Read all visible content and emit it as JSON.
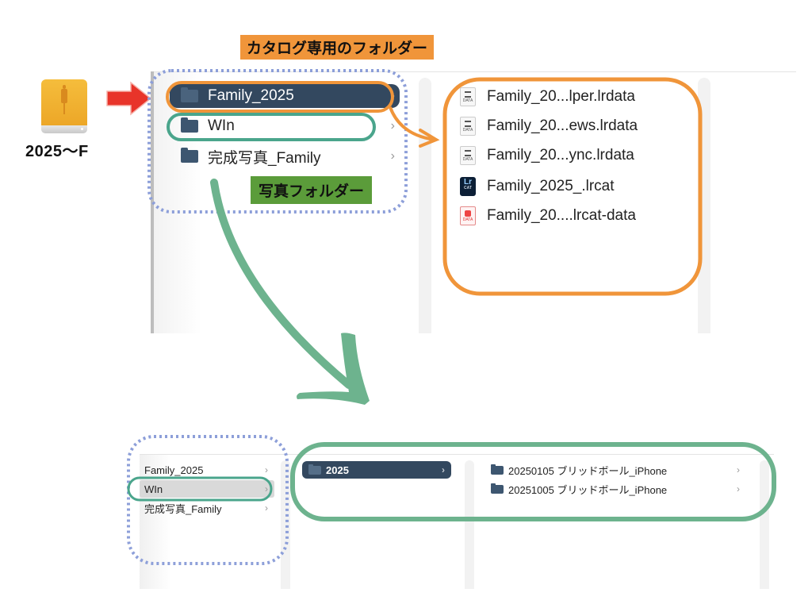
{
  "drive": {
    "icon": "external-drive-icon",
    "label": "2025〜F"
  },
  "annotations": {
    "catalog_label": "カタログ専用のフォルダー",
    "photo_label": "写真フォルダー",
    "colors": {
      "orange": "#f0953a",
      "green": "#5b9c3a",
      "teal_outline": "#4aa58c",
      "arrow_green": "#6db38e",
      "dotted_blue": "#8d9fd9",
      "red_arrow": "#e8342a",
      "selection": "#33485f"
    }
  },
  "top_browser": {
    "column1": [
      {
        "label": "Family_2025",
        "icon": "folder-icon",
        "selected": true
      },
      {
        "label": "WIn",
        "icon": "folder-icon",
        "selected": false
      },
      {
        "label": "完成写真_Family",
        "icon": "folder-icon",
        "selected": false
      }
    ],
    "column2": [
      {
        "label": "Family_20...lper.lrdata",
        "icon": "lrdata-file-icon"
      },
      {
        "label": "Family_20...ews.lrdata",
        "icon": "lrdata-file-icon"
      },
      {
        "label": "Family_20...ync.lrdata",
        "icon": "lrdata-file-icon"
      },
      {
        "label": "Family_2025_.lrcat",
        "icon": "lrcat-file-icon",
        "icon_text": "Lr",
        "icon_sub": "CAT"
      },
      {
        "label": "Family_20....lrcat-data",
        "icon": "lrcat-data-file-icon"
      }
    ],
    "file_icon_text": "DATA"
  },
  "bottom_browser": {
    "column1": [
      {
        "label": "Family_2025",
        "state": "normal"
      },
      {
        "label": "WIn",
        "state": "highlighted"
      },
      {
        "label": "完成写真_Family",
        "state": "normal"
      }
    ],
    "column2": [
      {
        "label": "2025",
        "icon": "folder-icon",
        "selected": true
      }
    ],
    "column3": [
      {
        "label": "20250105 ブリッドボール_iPhone",
        "icon": "folder-icon"
      },
      {
        "label": "20251005 ブリッドボール_iPhone",
        "icon": "folder-icon"
      }
    ]
  },
  "chevron": "›"
}
